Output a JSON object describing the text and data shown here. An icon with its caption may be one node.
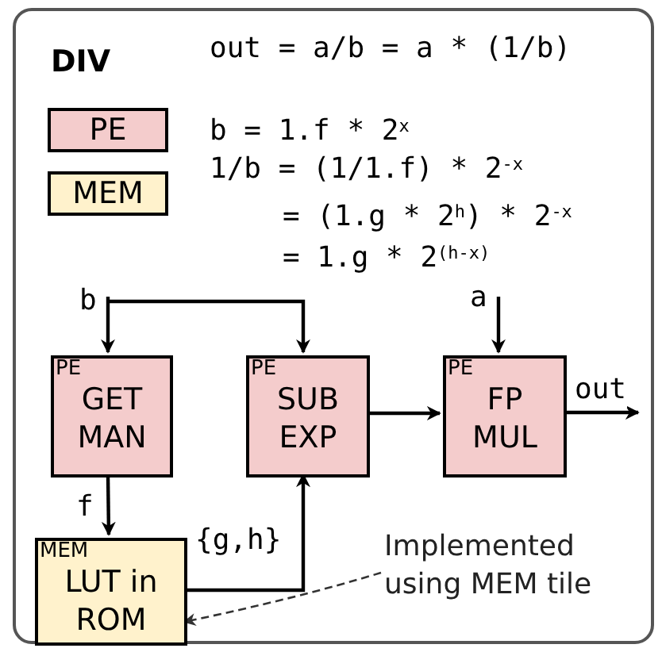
{
  "diagram": {
    "nodes": [
      {
        "text": [
          "DIV"
        ]
      },
      {
        "text": [
          "PE",
          "GET MAN"
        ],
        "in": 0
      },
      {
        "text": [
          "PE",
          "SUB EXP"
        ],
        "in": 0
      },
      {
        "text": [
          "PE",
          "FP MUL"
        ],
        "in": 0
      },
      {
        "text": [
          "MEM",
          "LUT in ROM"
        ],
        "in": 0
      },
      {
        "text": [
          "Implemented using MEM tile"
        ],
        "in": 0
      }
    ],
    "edges": [
      {
        "from": null,
        "to": 1,
        "arrow": "to",
        "label": "b"
      },
      {
        "from": null,
        "to": 2,
        "arrow": "to"
      },
      {
        "from": null,
        "to": 3,
        "arrow": "to",
        "label": "a"
      },
      {
        "from": 1,
        "to": 4,
        "arrow": "to",
        "label": "f"
      },
      {
        "from": 4,
        "to": 2,
        "arrow": "to",
        "label": "{g,h}"
      },
      {
        "from": 2,
        "to": 3,
        "arrow": "to"
      },
      {
        "from": 3,
        "to": null,
        "arrow": "to",
        "label": "out"
      },
      {
        "from": 5,
        "to": 4,
        "arrow": "to",
        "style": "dashed"
      }
    ],
    "labels": [
      "out = a/b = a * (1/b)",
      "b = 1.f * 2$^{x}$",
      "1/b = (1/1.f) * 2$^{-x}$",
      "= (1.g * 2$^{h}$) * 2$^{-x}$",
      "= 1.g * 2$^{(h-x)}$"
    ],
    "legend": [
      {
        "text": "PE",
        "color": "#f4cccc"
      },
      {
        "text": "MEM",
        "color": "#fff2cc"
      }
    ]
  }
}
